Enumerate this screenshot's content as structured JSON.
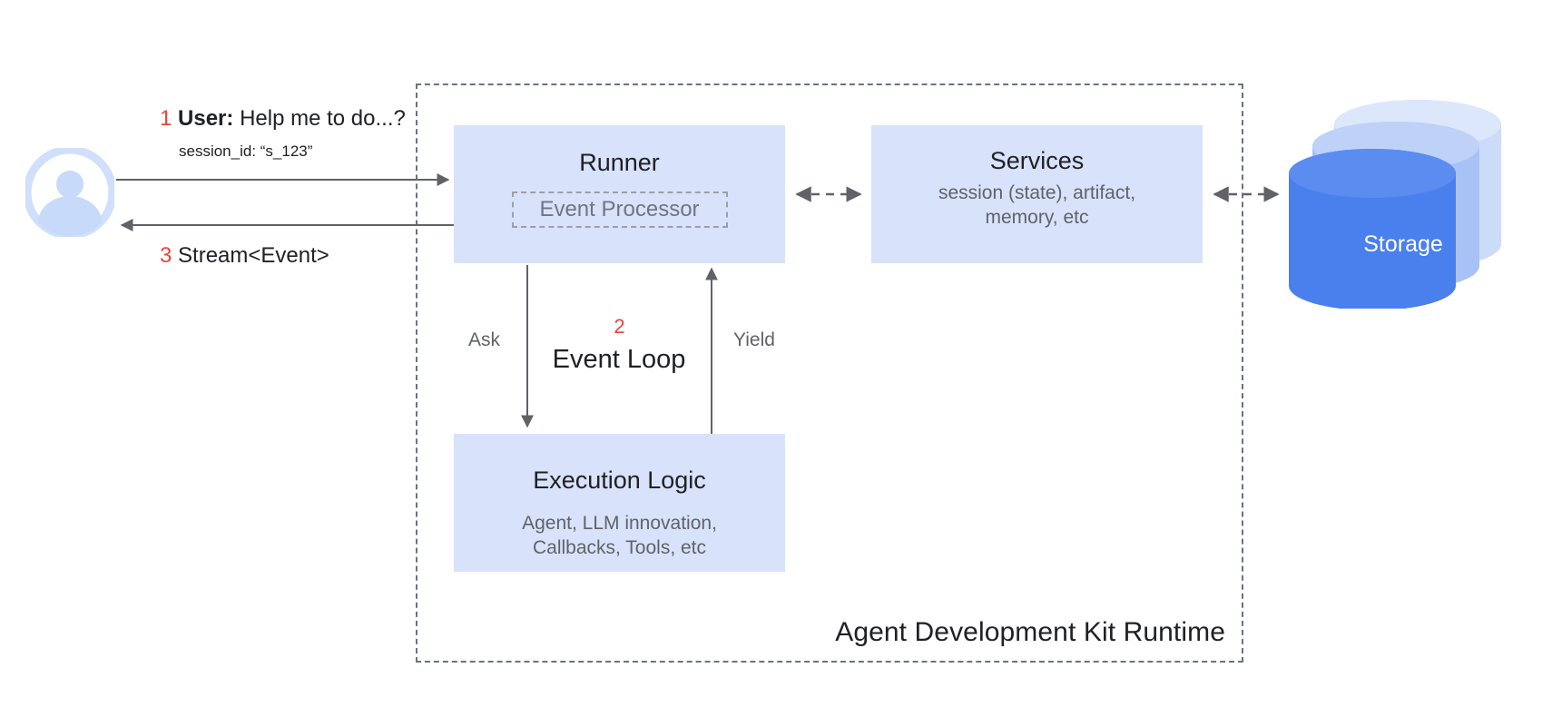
{
  "diagram": {
    "title": "Agent Development Kit Runtime",
    "colors": {
      "box_fill": "#d8e2fb",
      "storage_primary": "#4a7fee",
      "storage_mid": "#a9c2f6",
      "storage_light": "#cddbfa",
      "accent_red": "#e8453c",
      "boundary": "#6b7280",
      "muted_text": "#5f6368",
      "primary_text": "#202124"
    },
    "actor": {
      "icon": "user-avatar-icon",
      "name": "User"
    },
    "messages": [
      {
        "number": "1",
        "speaker": "User:",
        "text": "Help me to do...?",
        "sub": "session_id: “s_123”"
      },
      {
        "number": "3",
        "text": "Stream<Event>"
      }
    ],
    "boxes": {
      "runner": {
        "title": "Runner",
        "inner": "Event Processor"
      },
      "services": {
        "title": "Services",
        "sub": "session (state), artifact,\nmemory, etc"
      },
      "execution": {
        "title": "Execution Logic",
        "sub": "Agent, LLM innovation,\nCallbacks, Tools, etc"
      }
    },
    "loop": {
      "number": "2",
      "title": "Event Loop",
      "ask_label": "Ask",
      "yield_label": "Yield"
    },
    "storage": {
      "label": "Storage",
      "icon": "database-cylinder-icon"
    }
  }
}
